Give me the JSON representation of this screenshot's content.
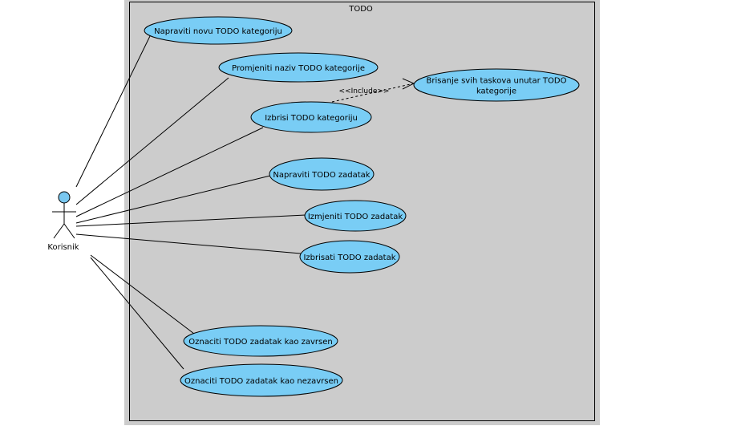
{
  "system": {
    "title": "TODO",
    "outer_fill": "#cccccc",
    "inner_fill": "#cccccc",
    "border_color": "#000000"
  },
  "actor": {
    "name": "Korisnik",
    "head_fill": "#79c7ef"
  },
  "colors": {
    "usecase_fill": "#79cdf5",
    "usecase_stroke": "#000000",
    "line": "#000000"
  },
  "usecases": [
    {
      "id": "uc1",
      "label_lines": [
        "Napraviti novu TODO kategoriju"
      ]
    },
    {
      "id": "uc2",
      "label_lines": [
        "Promjeniti naziv TODO kategorije"
      ]
    },
    {
      "id": "uc3",
      "label_lines": [
        "Izbrisi TODO kategoriju"
      ]
    },
    {
      "id": "uc4",
      "label_lines": [
        "Brisanje svih taskova unutar TODO",
        "kategorije"
      ]
    },
    {
      "id": "uc5",
      "label_lines": [
        "Napraviti TODO zadatak"
      ]
    },
    {
      "id": "uc6",
      "label_lines": [
        "Izmjeniti TODO zadatak"
      ]
    },
    {
      "id": "uc7",
      "label_lines": [
        "Izbrisati TODO zadatak"
      ]
    },
    {
      "id": "uc8",
      "label_lines": [
        "Oznaciti TODO zadatak kao zavrsen"
      ]
    },
    {
      "id": "uc9",
      "label_lines": [
        "Oznaciti TODO zadatak kao nezavrsen"
      ]
    }
  ],
  "associations": [
    "uc1",
    "uc2",
    "uc3",
    "uc5",
    "uc6",
    "uc7",
    "uc8",
    "uc9"
  ],
  "include": {
    "from": "uc3",
    "to": "uc4",
    "label": "<<Include>>"
  }
}
